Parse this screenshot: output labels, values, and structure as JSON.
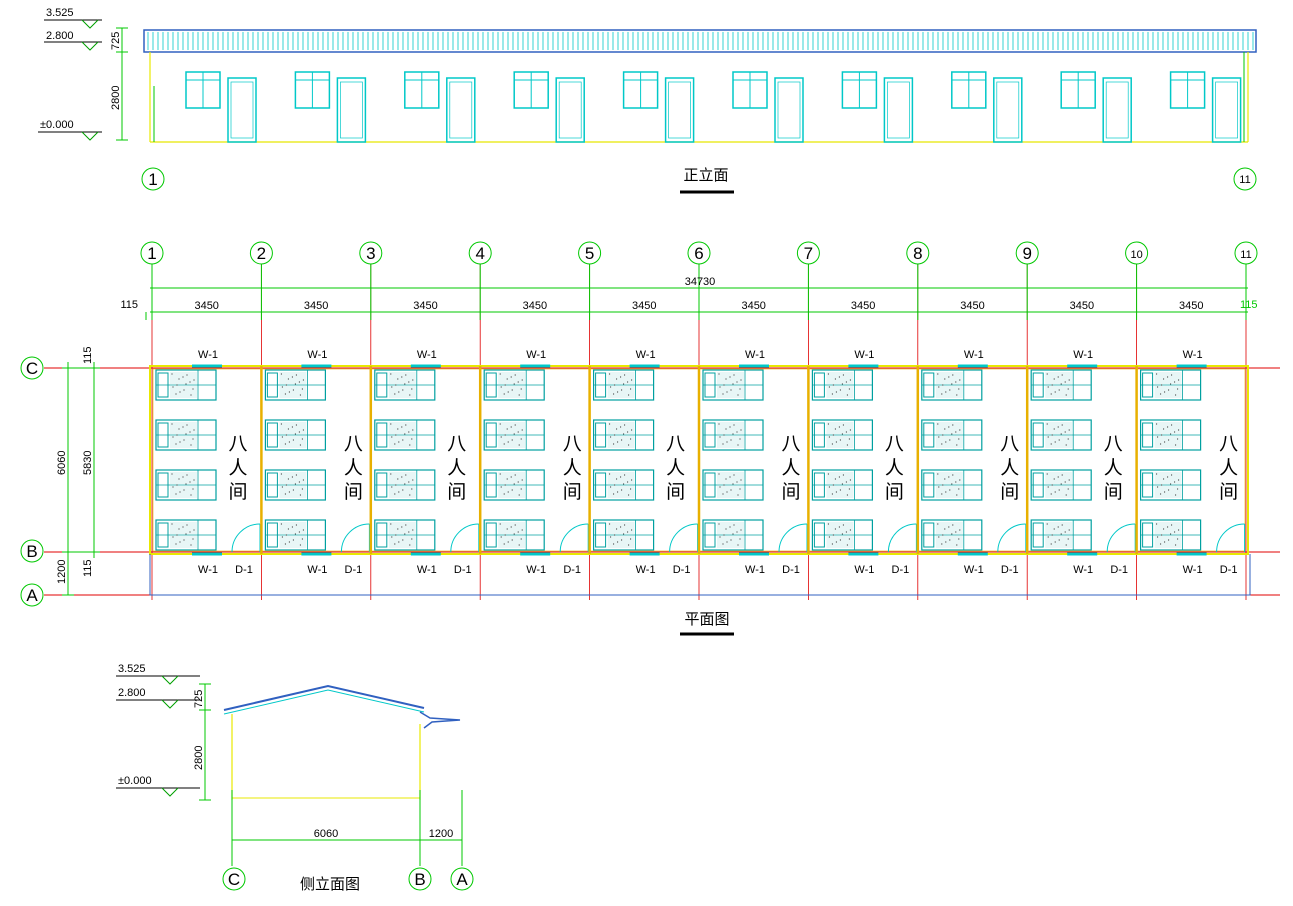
{
  "front_elevation": {
    "title": "正立面",
    "levels": [
      "3.525",
      "2.800",
      "±0.000"
    ],
    "dims": [
      "725",
      "2800"
    ],
    "axis_left": "1",
    "axis_right": "11"
  },
  "plan": {
    "title": "平面图",
    "axes_x": [
      "1",
      "2",
      "3",
      "4",
      "5",
      "6",
      "7",
      "8",
      "9",
      "10",
      "11"
    ],
    "axes_y": [
      "C",
      "B",
      "A"
    ],
    "total_length": "34730",
    "bay_width": "3450",
    "edge_dim_left": "115",
    "edge_dim_right": "115",
    "depth_total": "6060",
    "depth_inner": "5830",
    "wall_top": "115",
    "wall_bottom": "115",
    "corridor": "1200",
    "window_label": "W-1",
    "door_label": "D-1",
    "room_label": [
      "八",
      "人",
      "间"
    ]
  },
  "side_elevation": {
    "title": "侧立面图",
    "levels": [
      "3.525",
      "2.800",
      "±0.000"
    ],
    "dims": [
      "725",
      "2800"
    ],
    "width_main": "6060",
    "width_corridor": "1200",
    "axes": [
      "C",
      "B",
      "A"
    ]
  },
  "colors": {
    "cyan": "#00c8c8",
    "yellow": "#e8e800",
    "green": "#00c800",
    "red": "#e00000",
    "blue": "#3060c0"
  }
}
